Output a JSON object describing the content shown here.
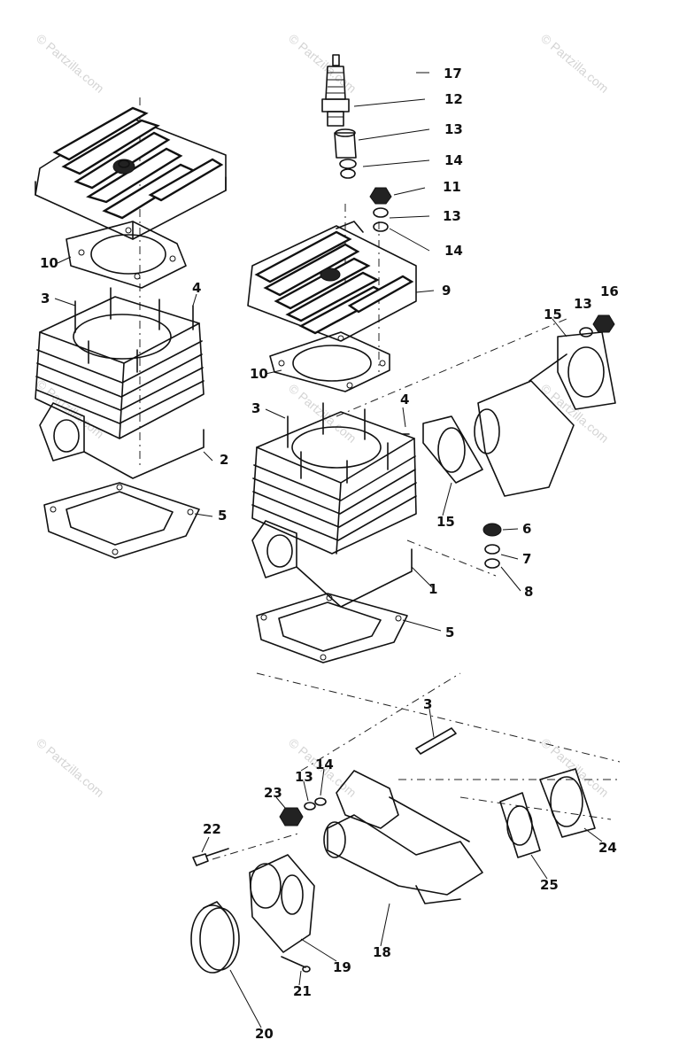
{
  "watermark": "© Partzilla.com",
  "callouts": {
    "c17": "17",
    "c12": "12",
    "c13a": "13",
    "c14a": "14",
    "c11": "11",
    "c13b": "13",
    "c14b": "14",
    "c9": "9",
    "c10a": "10",
    "c10b": "10",
    "c3a": "3",
    "c4a": "4",
    "c2": "2",
    "c5a": "5",
    "c15a": "15",
    "c13c": "13",
    "c16": "16",
    "c3b": "3",
    "c4b": "4",
    "c15b": "15",
    "c6": "6",
    "c7": "7",
    "c8": "8",
    "c1": "1",
    "c5b": "5",
    "c3c": "3",
    "c14c": "14",
    "c13d": "13",
    "c23": "23",
    "c22": "22",
    "c24": "24",
    "c25": "25",
    "c18": "18",
    "c19": "19",
    "c21": "21",
    "c20": "20"
  },
  "colors": {
    "ink": "#111111",
    "watermark": "#d4d4d4",
    "paper": "#ffffff"
  }
}
